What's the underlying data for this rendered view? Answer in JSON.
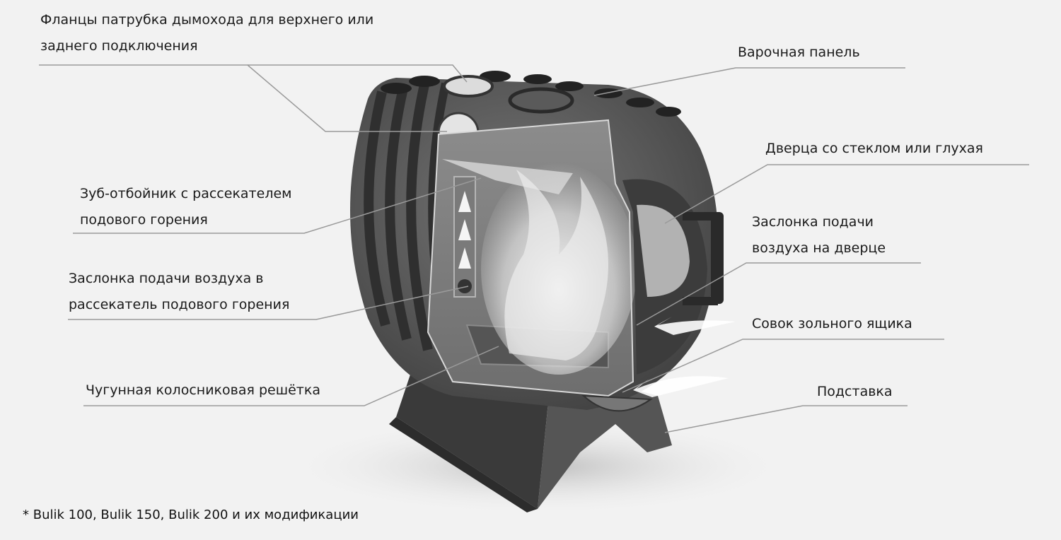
{
  "labels": {
    "flanges": [
      "Фланцы патрубка дымохода для верхнего или",
      "заднего подключения"
    ],
    "cooktop": [
      "Варочная панель"
    ],
    "door": [
      "Дверца со стеклом или глухая"
    ],
    "deflector": [
      "Зуб-отбойник с рассекателем",
      "подового горения"
    ],
    "door_damper": [
      "Заслонка подачи",
      "воздуха на дверце"
    ],
    "deflector_damper": [
      "Заслонка подачи  воздуха в",
      "рассекатель подового горения"
    ],
    "ash_scoop": [
      "Совок зольного ящика"
    ],
    "grate": [
      "Чугунная колосниковая решётка"
    ],
    "stand": [
      "Подставка"
    ]
  },
  "footnote": "* Bulik 100, Bulik 150, Bulik 200 и их модификации",
  "colors": {
    "background": "#f2f2f2",
    "text": "#1a1a1a",
    "leader": "#9a9a9a",
    "stove_dark": "#4a4a4a",
    "stove_mid": "#6b6b6b",
    "chamber": "#8a8a8a",
    "flame": "#e6e6e6"
  }
}
